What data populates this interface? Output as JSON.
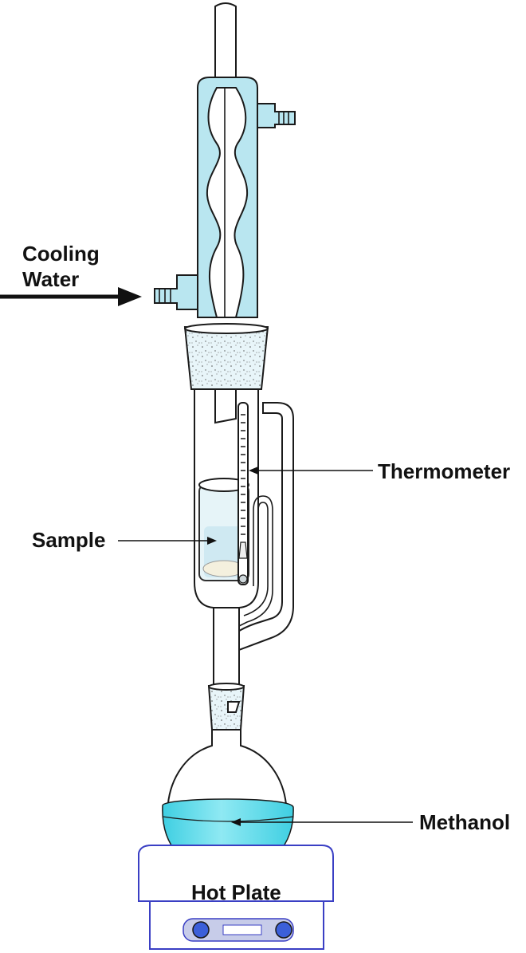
{
  "labels": {
    "cooling_line1": "Cooling",
    "cooling_line2": "Water",
    "thermometer": "Thermometer",
    "sample": "Sample",
    "methanol": "Methanol",
    "hot_plate": "Hot Plate"
  },
  "colors": {
    "coolant": "#b9e6f0",
    "methanol": "#4fd8ea",
    "methanol_light": "#8fe9f3",
    "hot_plate_knob": "#3b5fd9",
    "hot_plate_outline": "#3a3fc4",
    "stopper_speckle": "#c9e5ee"
  }
}
